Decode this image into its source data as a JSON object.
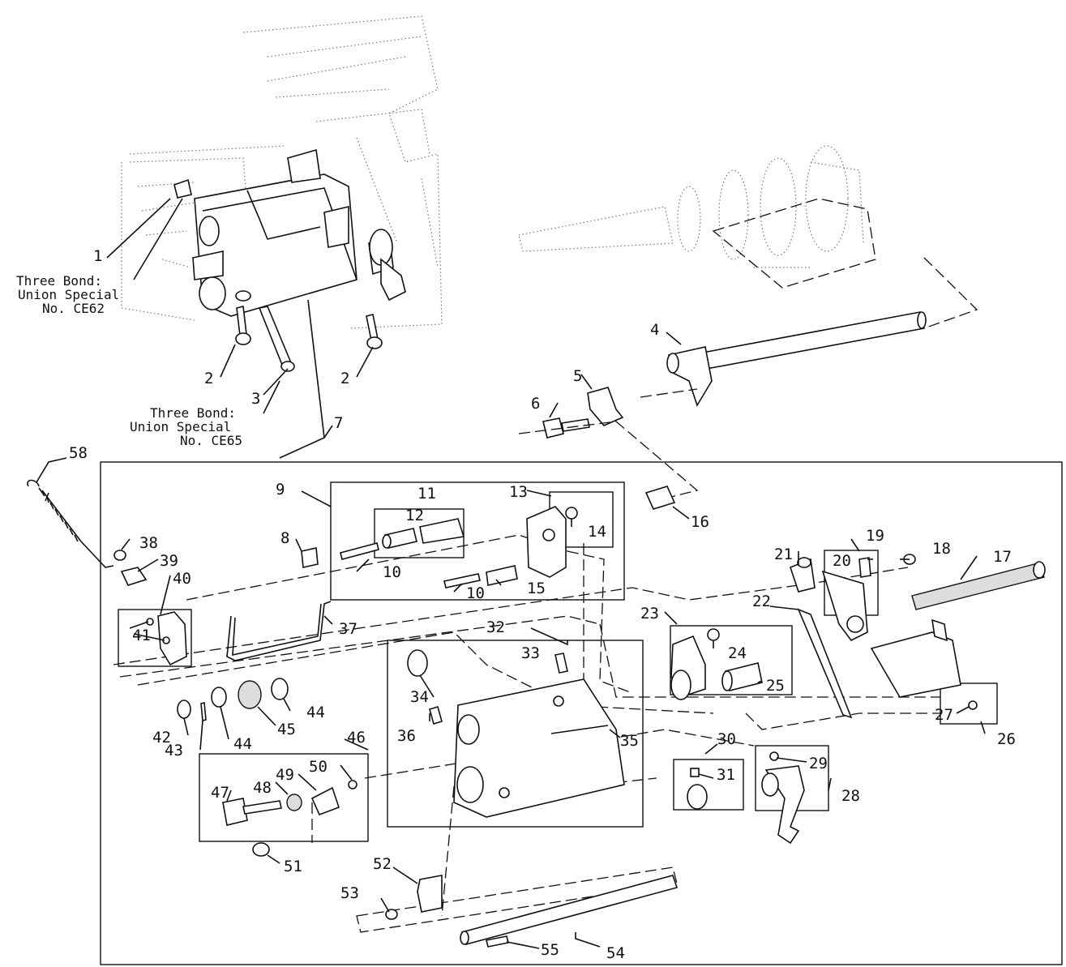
{
  "diagram": {
    "type": "exploded-parts-diagram",
    "notes": [
      {
        "id": "note-ce62",
        "lines": [
          "Three Bond:",
          "Union Special",
          "No. CE62"
        ]
      },
      {
        "id": "note-ce65",
        "lines": [
          "Three Bond:",
          "Union Special",
          "No. CE65"
        ]
      }
    ],
    "callouts": [
      "1",
      "2",
      "2",
      "3",
      "4",
      "5",
      "6",
      "7",
      "8",
      "9",
      "10",
      "10",
      "11",
      "12",
      "13",
      "14",
      "15",
      "16",
      "17",
      "18",
      "19",
      "20",
      "21",
      "22",
      "23",
      "24",
      "25",
      "26",
      "27",
      "28",
      "29",
      "30",
      "31",
      "32",
      "33",
      "34",
      "35",
      "36",
      "37",
      "38",
      "39",
      "40",
      "41",
      "41",
      "42",
      "43",
      "44",
      "44",
      "45",
      "46",
      "47",
      "48",
      "49",
      "50",
      "51",
      "52",
      "53",
      "54",
      "55",
      "58"
    ]
  }
}
